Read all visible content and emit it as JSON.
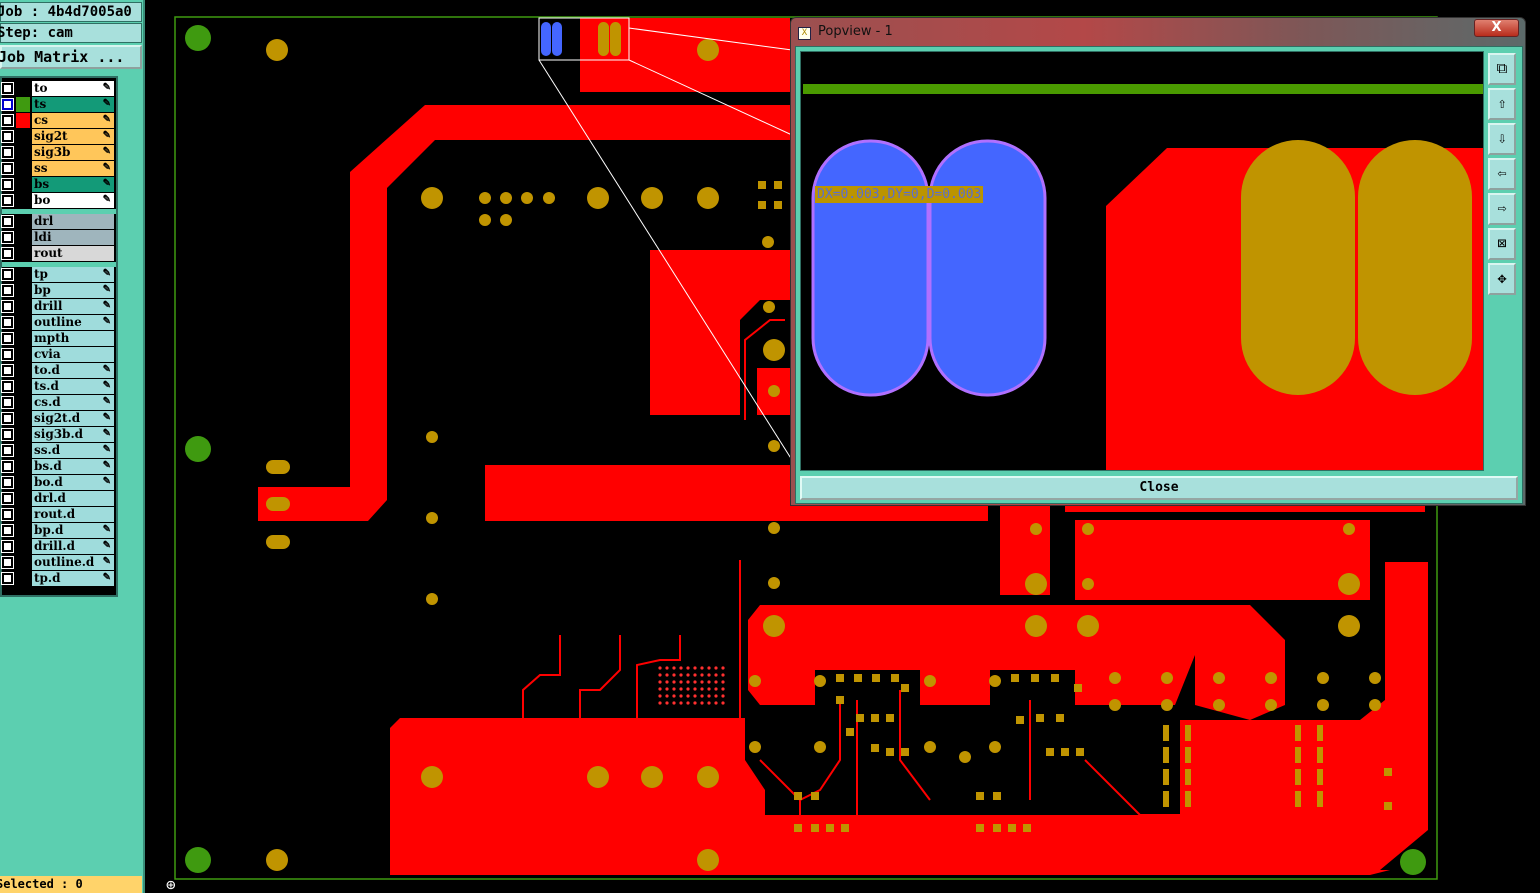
{
  "job_label": "Job : 4b4d7005a0",
  "step_label": "Step: cam",
  "job_matrix_button": "Job Matrix ...",
  "layers": [
    {
      "name": "to",
      "color": "#ffffff",
      "swatch": "",
      "edit": true
    },
    {
      "name": "ts",
      "color": "#139a78",
      "swatch": "#3f9a10",
      "edit": true,
      "active": true
    },
    {
      "name": "cs",
      "color": "#ffc65a",
      "swatch": "#ff0000",
      "edit": true
    },
    {
      "name": "sig2t",
      "color": "#ffc65a",
      "swatch": "",
      "edit": true
    },
    {
      "name": "sig3b",
      "color": "#ffc65a",
      "swatch": "",
      "edit": true
    },
    {
      "name": "ss",
      "color": "#ffc65a",
      "swatch": "",
      "edit": true
    },
    {
      "name": "bs",
      "color": "#139a78",
      "swatch": "",
      "edit": true
    },
    {
      "name": "bo",
      "color": "#ffffff",
      "swatch": "",
      "edit": true
    },
    {
      "name": "drl",
      "color": "#9fb5bd",
      "swatch": "",
      "edit": false
    },
    {
      "name": "ldi",
      "color": "#9fb5bd",
      "swatch": "",
      "edit": false
    },
    {
      "name": "rout",
      "color": "#d8d8d8",
      "swatch": "",
      "edit": false
    },
    {
      "name": "tp",
      "color": "#9fdcdc",
      "edit": true
    },
    {
      "name": "bp",
      "color": "#9fdcdc",
      "edit": true
    },
    {
      "name": "drill",
      "color": "#9fdcdc",
      "edit": true
    },
    {
      "name": "outline",
      "color": "#9fdcdc",
      "edit": true
    },
    {
      "name": "mpth",
      "color": "#9fdcdc",
      "edit": false
    },
    {
      "name": "cvia",
      "color": "#9fdcdc",
      "edit": false
    },
    {
      "name": "to.d",
      "color": "#9fdcdc",
      "edit": true
    },
    {
      "name": "ts.d",
      "color": "#9fdcdc",
      "edit": true
    },
    {
      "name": "cs.d",
      "color": "#9fdcdc",
      "edit": true
    },
    {
      "name": "sig2t.d",
      "color": "#9fdcdc",
      "edit": true
    },
    {
      "name": "sig3b.d",
      "color": "#9fdcdc",
      "edit": true
    },
    {
      "name": "ss.d",
      "color": "#9fdcdc",
      "edit": true
    },
    {
      "name": "bs.d",
      "color": "#9fdcdc",
      "edit": true
    },
    {
      "name": "bo.d",
      "color": "#9fdcdc",
      "edit": true
    },
    {
      "name": "drl.d",
      "color": "#9fdcdc",
      "edit": false
    },
    {
      "name": "rout.d",
      "color": "#9fdcdc",
      "edit": false
    },
    {
      "name": "bp.d",
      "color": "#9fdcdc",
      "edit": true
    },
    {
      "name": "drill.d",
      "color": "#9fdcdc",
      "edit": true
    },
    {
      "name": "outline.d",
      "color": "#9fdcdc",
      "edit": true
    },
    {
      "name": "tp.d",
      "color": "#9fdcdc",
      "edit": true
    }
  ],
  "selected_label": "Selected : 0",
  "popup": {
    "title": "Popview - 1",
    "close_x": "X",
    "measure": "DX=0.003,DY=0,D=0.003",
    "close_button": "Close",
    "tools": [
      "zoom-window",
      "pan-up",
      "pan-down",
      "pan-left",
      "pan-right",
      "zoom-in",
      "zoom-out"
    ]
  },
  "colors": {
    "copper": "#ff0000",
    "pad": "#c09400",
    "selected_pad": "#4466ff",
    "board_outline": "#3f9a10",
    "panel": "#5ccfb0"
  }
}
